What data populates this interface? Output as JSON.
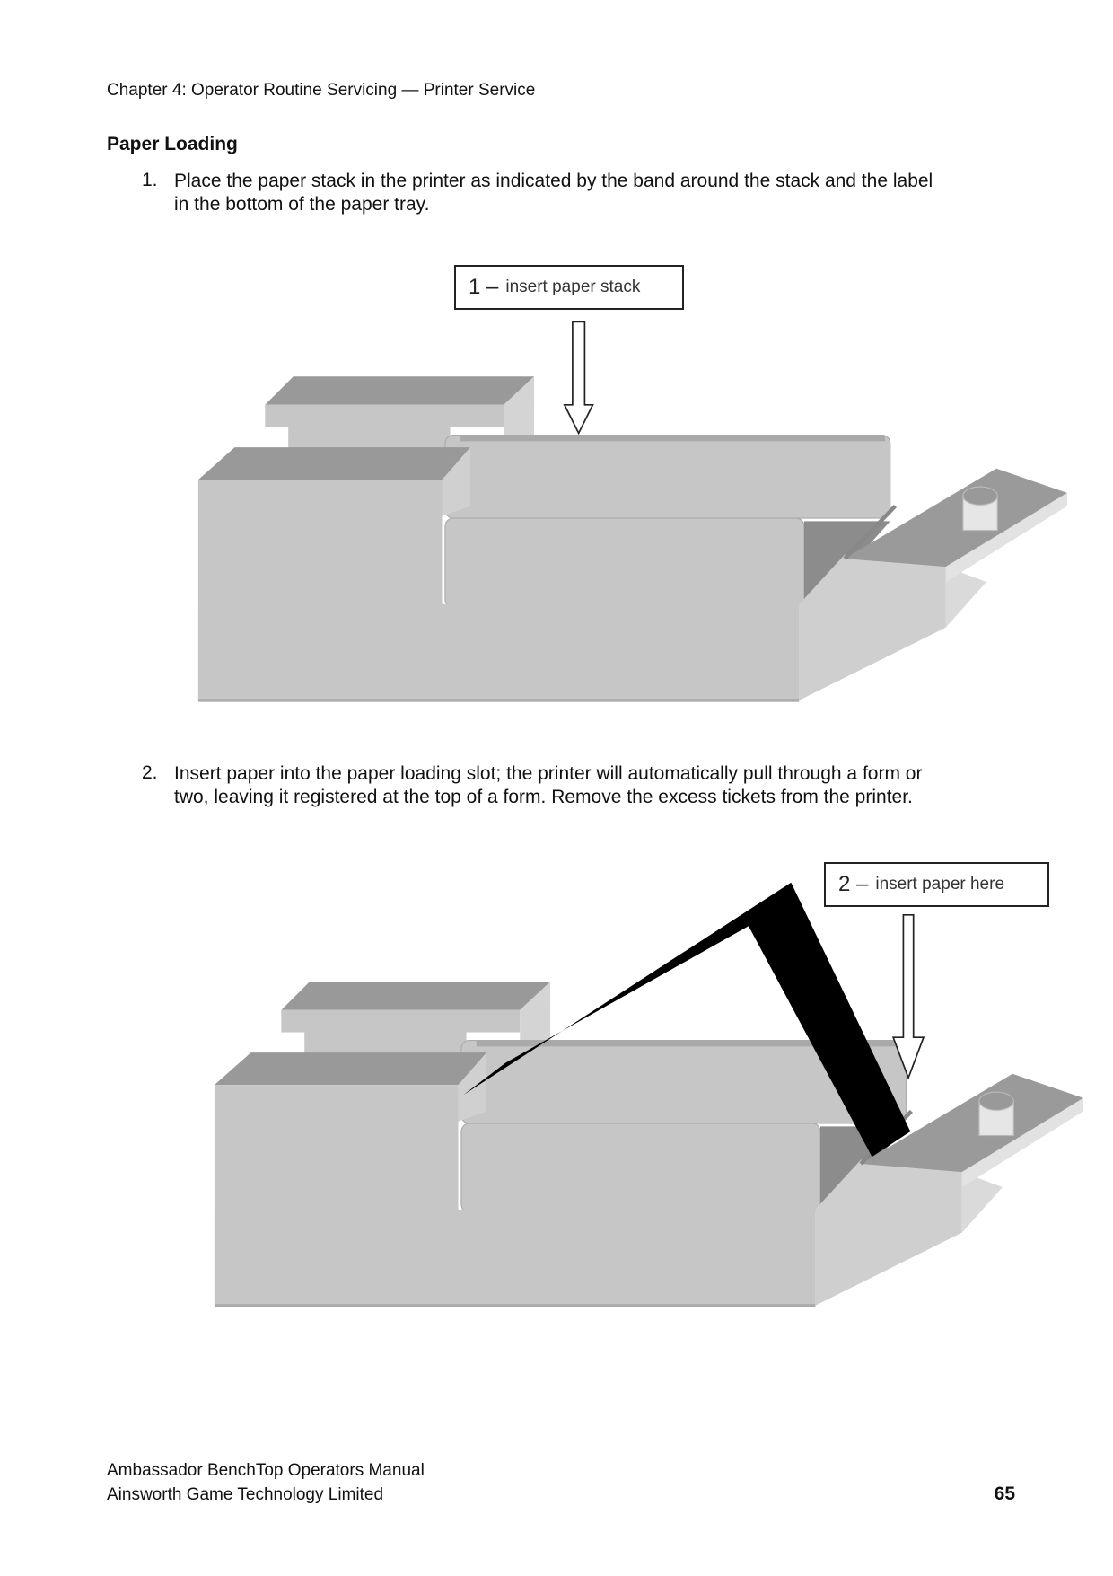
{
  "header": "Chapter 4: Operator Routine Servicing — Printer Service",
  "section_title": "Paper Loading",
  "steps": [
    {
      "number": "1.",
      "line1": "Place the paper stack in the printer as indicated by the band around the stack and the label",
      "line2": "in the bottom of the paper tray."
    },
    {
      "number": "2.",
      "line1": "Insert paper into the paper loading slot; the printer will automatically pull through a form or",
      "line2": "two, leaving it registered at the top of a form. Remove the excess tickets from the printer."
    }
  ],
  "figure1": {
    "label_num": "1 –",
    "label_text": "insert paper stack"
  },
  "figure2": {
    "label_num": "2 –",
    "label_text": "insert paper here"
  },
  "footer": {
    "line1": "Ambassador BenchTop Operators Manual",
    "line2": "Ainsworth Game Technology Limited",
    "page_number": "65"
  },
  "colors": {
    "face_light": "#c6c6c6",
    "face_dark": "#999999",
    "band": "#000000"
  }
}
